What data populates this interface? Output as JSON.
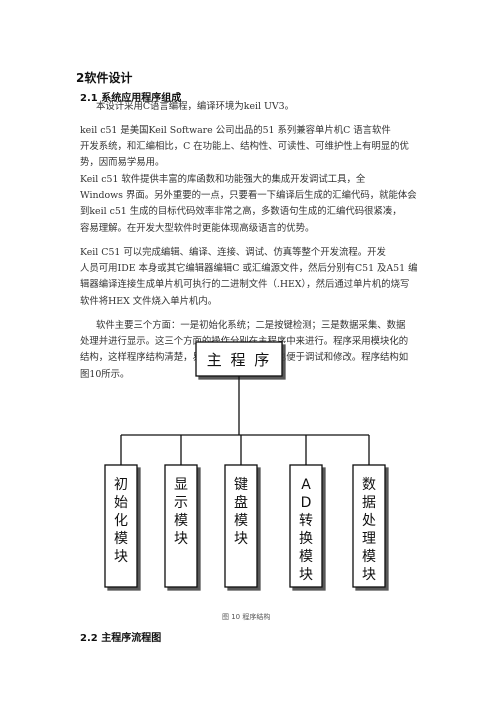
{
  "heading": "2软件设计",
  "section_21": "2.1 系统应用程序组成",
  "paragraphs": [
    [
      "本设计采用C语言编程，编译环境为keil UV3。"
    ],
    [
      "keil c51 是美国Keil Software 公司出品的51 系列兼容单片机C 语言软件",
      "开发系统，和汇编相比，C 在功能上、结构性、可读性、可维护性上有明显的优",
      "势，因而易学易用。"
    ],
    [
      "Keil c51 软件提供丰富的库函数和功能强大的集成开发调试工具，全",
      "Windows 界面。另外重要的一点，只要看一下编译后生成的汇编代码，就能体会",
      "到keil c51 生成的目标代码效率非常之高，多数语句生成的汇编代码很紧凑，",
      "容易理解。在开发大型软件时更能体现高级语言的优势。"
    ],
    [
      "Keil C51 可以完成编辑、编译、连接、调试、仿真等整个开发流程。开发",
      "人员可用IDE 本身或其它编辑器编辑C 或汇编源文件，然后分别有C51 及A51 编",
      "辑器编译连接生成单片机可执行的二进制文件（.HEX），然后通过单片机的烧写",
      "软件将HEX 文件烧入单片机内。"
    ],
    [
      "软件主要三个方面：一是初始化系统；二是按键检测；三是数据采集、数据",
      "处理并进行显示。这三个方面的操作分别在主程序中来进行。程序采用模块化的",
      "结构，这样程序结构清楚，易编程和易读性好，也便于调试和修改。程序结构如",
      "图10所示。"
    ]
  ],
  "diagram": {
    "root": "主 程 序",
    "modules": [
      "初始化模块",
      "显示模块",
      "键盘模块",
      "AD转换模块",
      "数据处理模块"
    ]
  },
  "caption": "图 10 程序结构",
  "section_22": "2.2 主程序流程图"
}
